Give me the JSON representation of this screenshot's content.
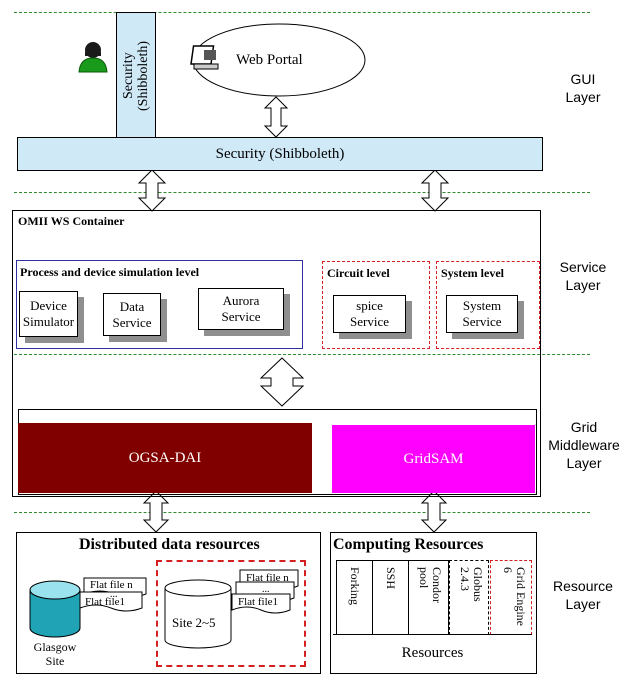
{
  "layers": {
    "gui": [
      "GUI",
      "Layer"
    ],
    "service": [
      "Service",
      "Layer"
    ],
    "grid": [
      "Grid",
      "Middleware",
      "Layer"
    ],
    "resource": [
      "Resource",
      "Layer"
    ]
  },
  "gui": {
    "web_portal": "Web Portal",
    "security_vertical": [
      "Security",
      "(Shibboleth)"
    ],
    "security_bar": "Security  (Shibboleth)"
  },
  "service": {
    "container_title": "OMII  WS Container",
    "process_title": "Process and device simulation level",
    "process_boxes": [
      [
        "Device",
        "Simulator"
      ],
      [
        "Data",
        "Service"
      ],
      [
        "Aurora",
        "Service"
      ]
    ],
    "circuit_title": "Circuit level",
    "circuit_box": [
      "spice",
      "Service"
    ],
    "system_title": "System  level",
    "system_box": [
      "System",
      "Service"
    ]
  },
  "middleware": {
    "ogsa": "OGSA-DAI",
    "gridsam": "GridSAM"
  },
  "resources": {
    "distributed_title": "Distributed data resources",
    "glasgow": [
      "Glasgow",
      "Site"
    ],
    "flat_file_n": "Flat file n",
    "flat_file_1": "Flat file1",
    "ellipsis": "...",
    "site_range": "Site  2~5",
    "computing_title": "Computing Resources",
    "computing_items": [
      "Forking",
      "SSH",
      "Condor pool",
      "Globus 2.4.3",
      "Grid Engine 6"
    ],
    "resources_label": "Resources"
  },
  "colors": {
    "security_fill": "#cfe9f7",
    "ogsa_fill": "#800000",
    "gridsam_fill": "#ff00ff",
    "layer_line": "#2e8b2e",
    "dashdot_red": "#d42020"
  }
}
